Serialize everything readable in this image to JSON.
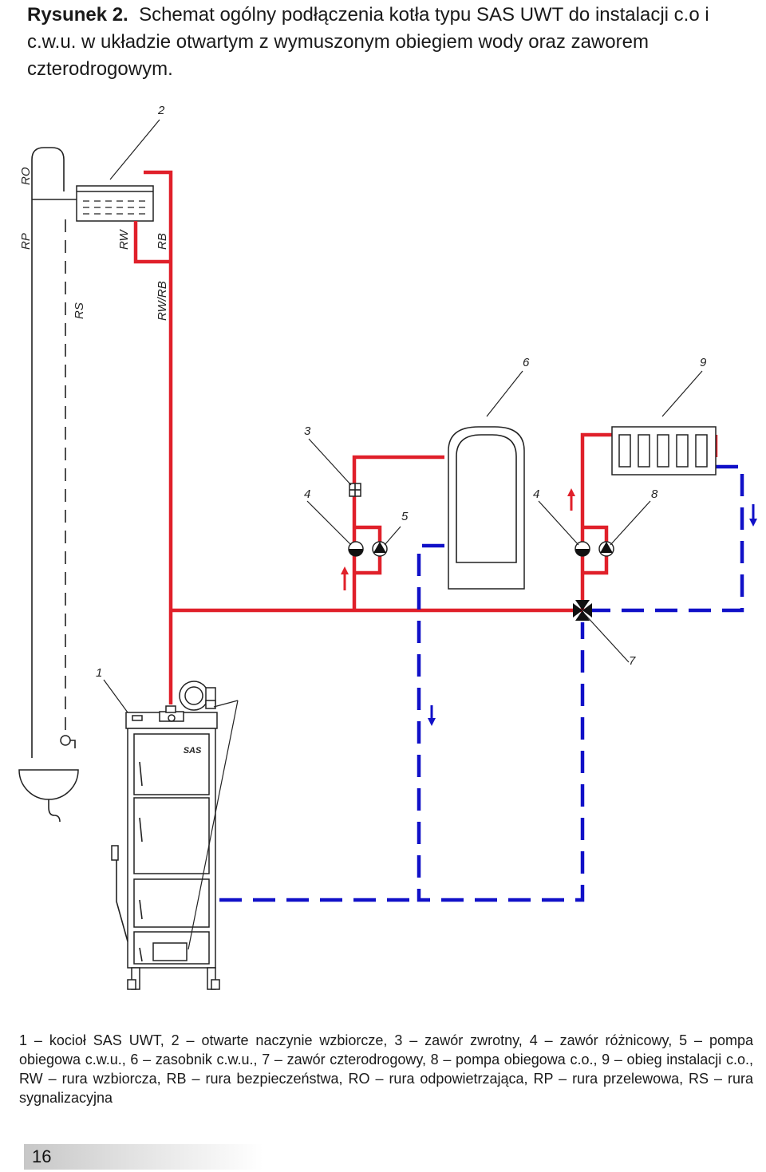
{
  "caption": {
    "label": "Rysunek 2.",
    "text": "Schemat ogólny podłączenia kotła typu SAS UWT do instalacji c.o i c.w.u. w układzie otwartym z wymuszonym obiegiem wody oraz zaworem czterodrogowym."
  },
  "diagram": {
    "pipe_labels": {
      "ro": "RO",
      "rp": "RP",
      "rs": "RS",
      "rw": "RW",
      "rb": "RB",
      "rwrb": "RW/RB"
    },
    "callouts": {
      "n1": "1",
      "n2": "2",
      "n3": "3",
      "n4a": "4",
      "n4b": "4",
      "n5": "5",
      "n6": "6",
      "n7": "7",
      "n8": "8",
      "n9": "9"
    },
    "boiler_badge": "SAS",
    "colors": {
      "supply": "#e0202a",
      "return": "#1010c8"
    }
  },
  "legend": {
    "text": "1 – kocioł SAS UWT, 2 – otwarte naczynie wzbiorcze, 3 – zawór zwrotny, 4 – zawór różnicowy, 5 – pompa obiegowa c.w.u., 6 – zasobnik c.w.u., 7 – zawór czterodrogowy, 8 – pompa obiegowa c.o., 9 – obieg instalacji c.o., RW – rura wzbiorcza, RB – rura bezpieczeństwa, RO – rura odpowietrzająca, RP – rura przelewowa, RS – rura sygnalizacyjna"
  },
  "footer": {
    "page_number": "16"
  }
}
